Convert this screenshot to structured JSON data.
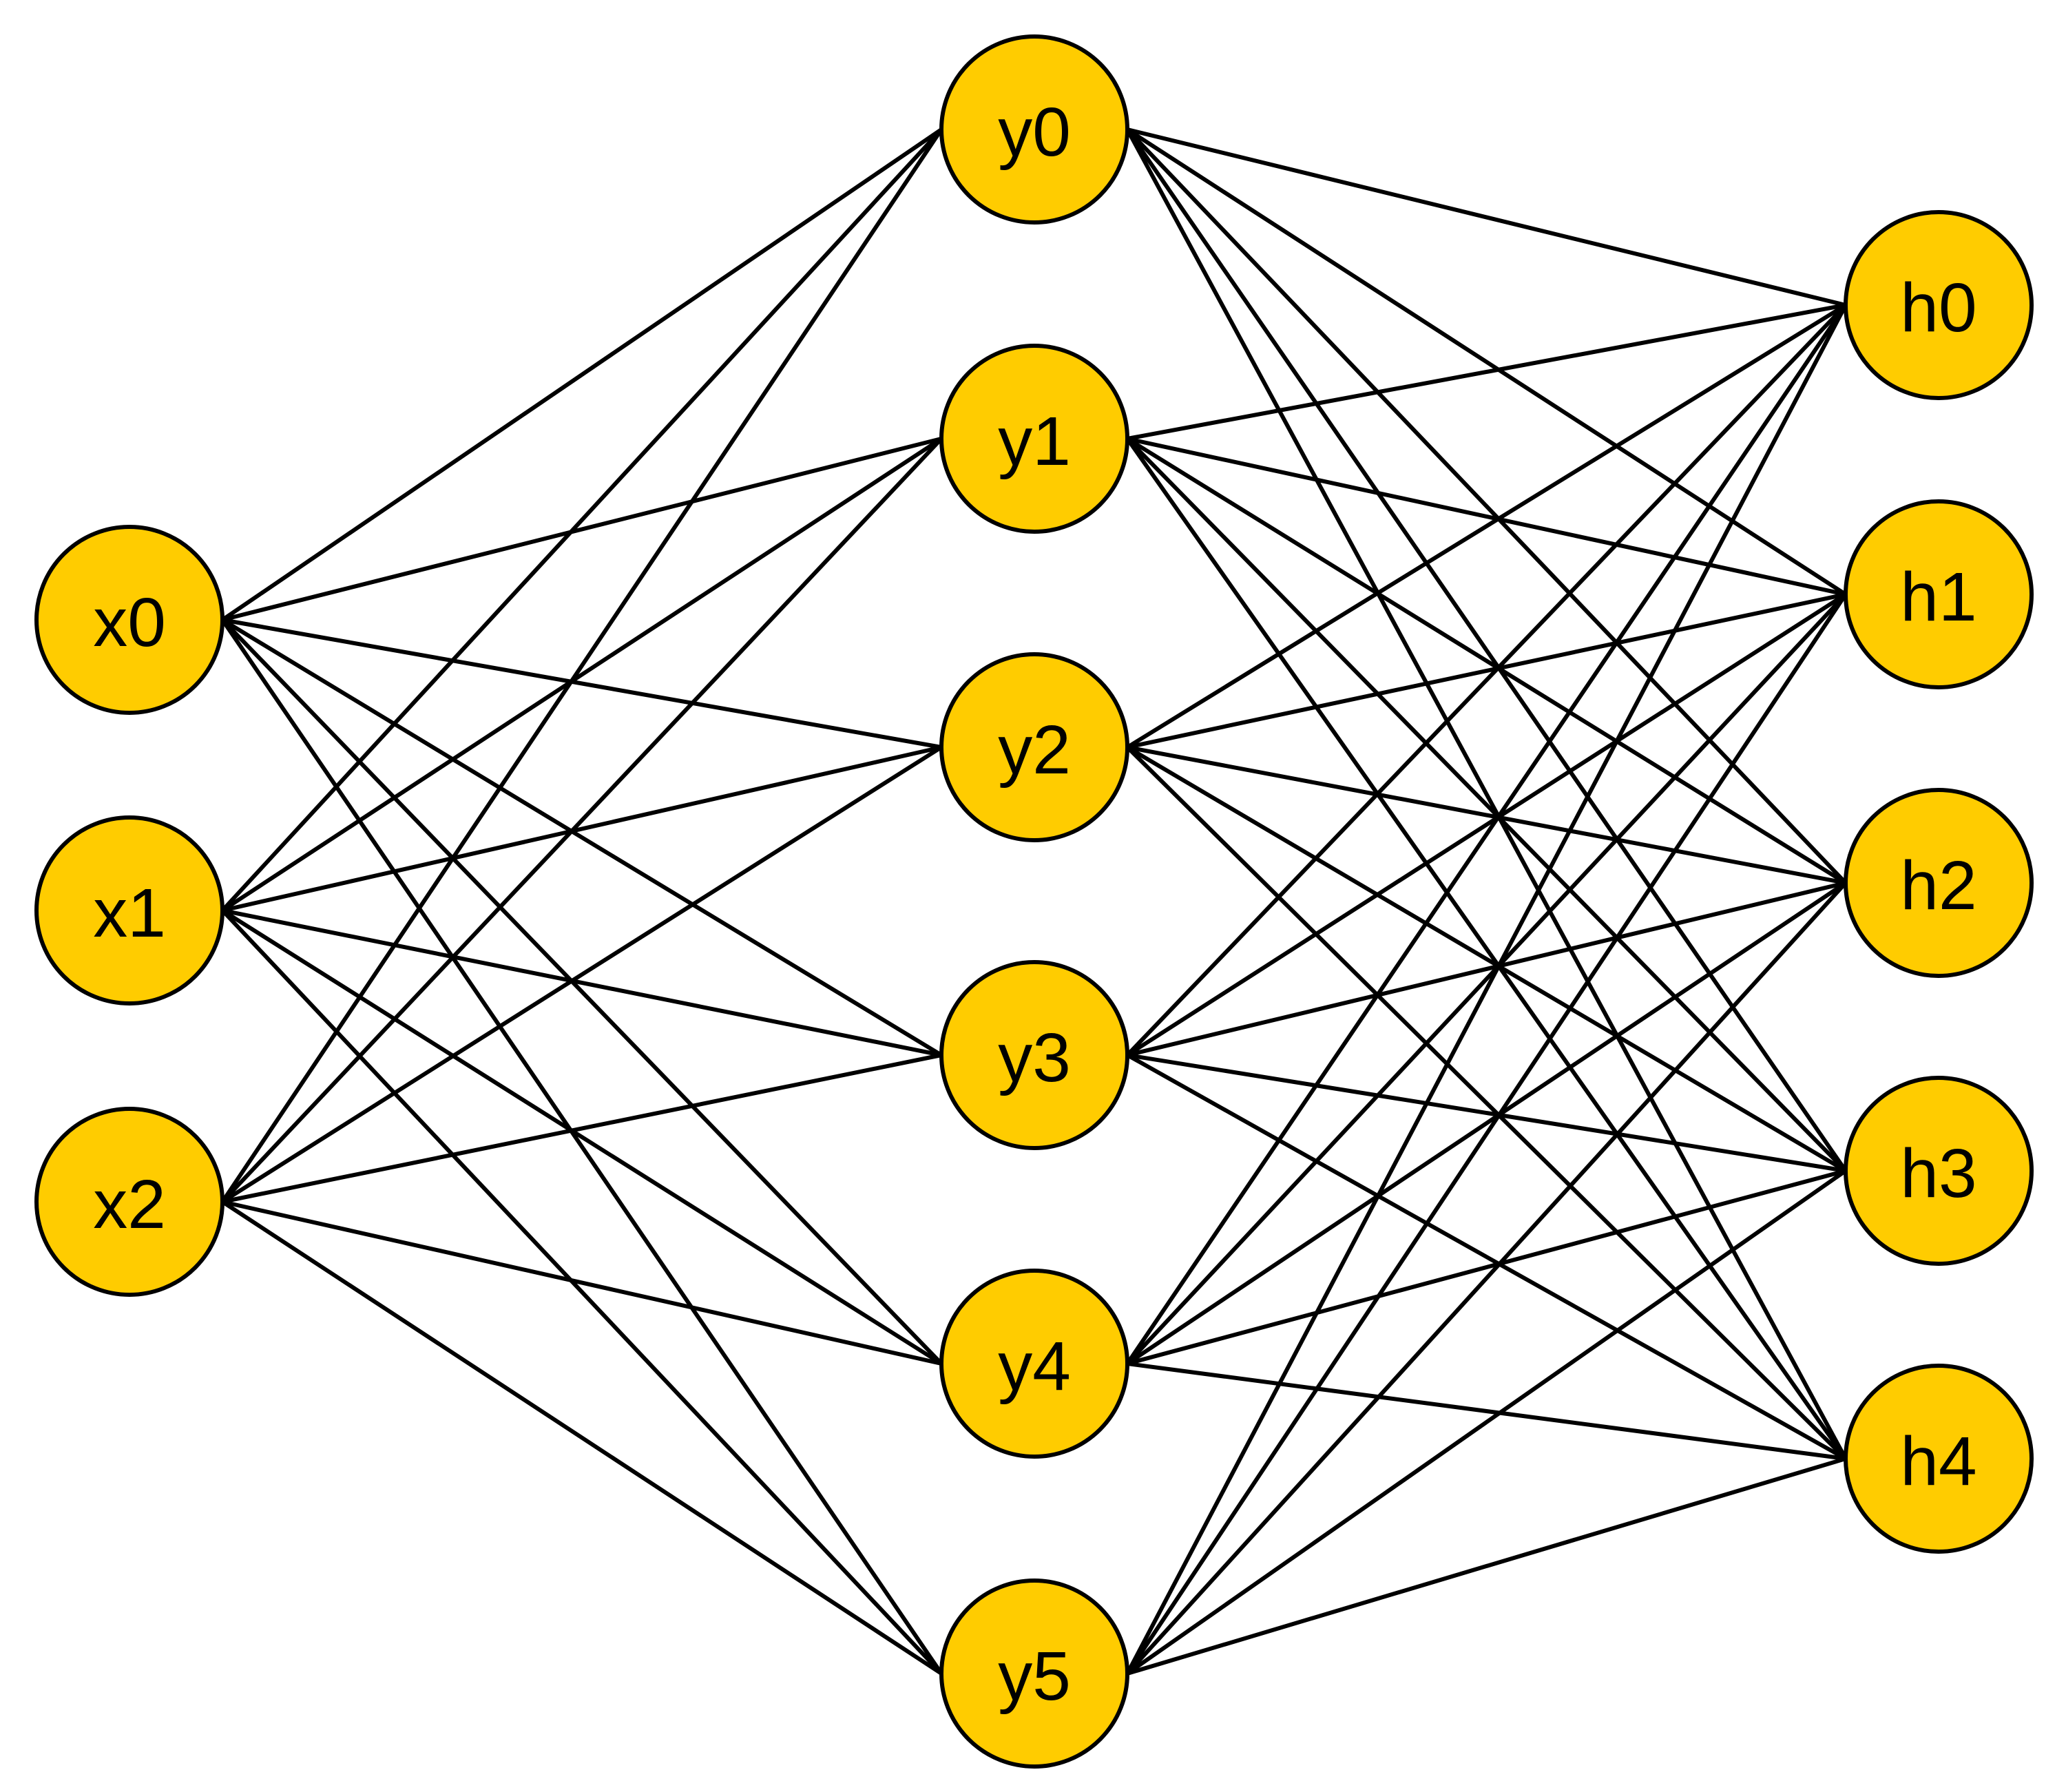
{
  "colors": {
    "node_fill": "#FFCC00",
    "node_stroke": "#000000",
    "edge": "#000000",
    "background": "#FFFFFF"
  },
  "layers": [
    {
      "nodes": [
        "x0",
        "x1",
        "x2"
      ]
    },
    {
      "nodes": [
        "y0",
        "y1",
        "y2",
        "y3",
        "y4",
        "y5"
      ]
    },
    {
      "nodes": [
        "h0",
        "h1",
        "h2",
        "h3",
        "h4"
      ]
    }
  ],
  "connectivity": "fully-connected"
}
